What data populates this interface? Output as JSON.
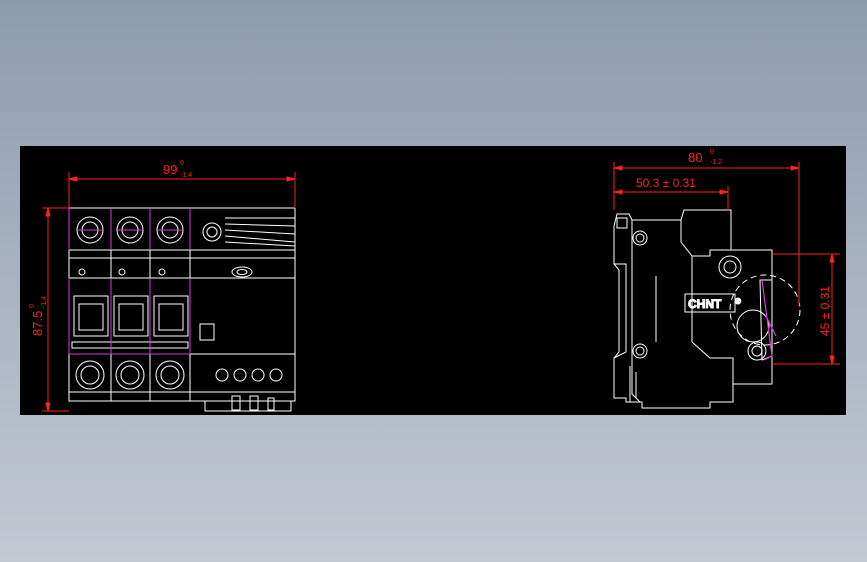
{
  "colors": {
    "background_top": "#8e9bae",
    "background_bottom": "#c3c9d3",
    "canvas": "#000000",
    "outline": "#ffffff",
    "dimension": "#ff2020",
    "highlight": "#d23cd2"
  },
  "front_view": {
    "width_dim": {
      "value": "99",
      "upper_tol": "0",
      "lower_tol": "-1.4"
    },
    "height_dim": {
      "value": "87.5",
      "upper_tol": "0",
      "lower_tol": "-1.4"
    }
  },
  "side_view": {
    "depth_dim": {
      "value": "80",
      "upper_tol": "0",
      "lower_tol": "-1.2"
    },
    "offset_dim": {
      "text": "50.3 ± 0.31"
    },
    "rail_dim": {
      "text": "45 ± 0.31"
    },
    "brand_label": "CHNT",
    "brand_mark": "®"
  }
}
